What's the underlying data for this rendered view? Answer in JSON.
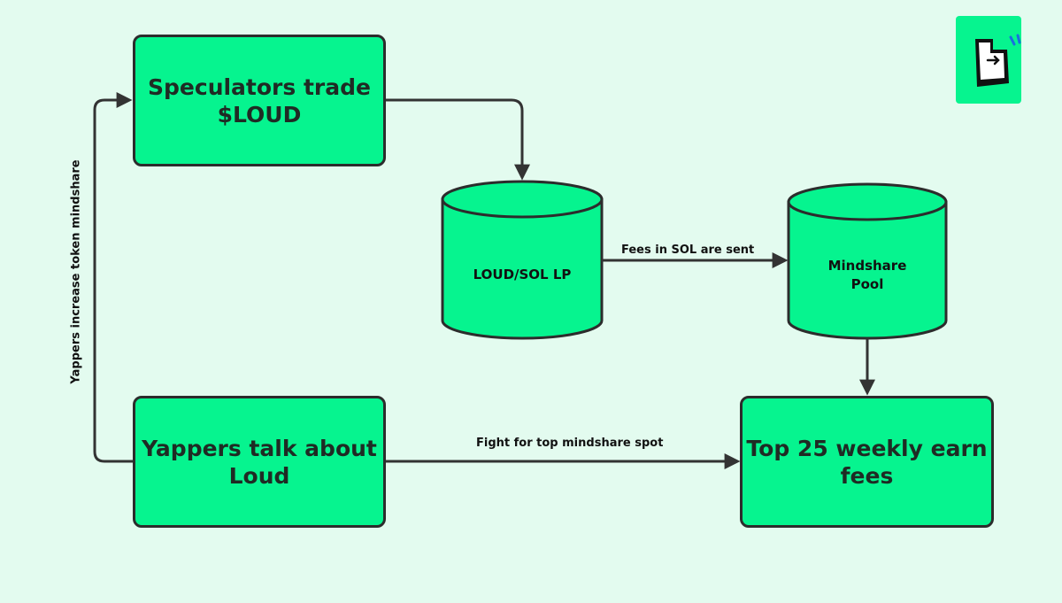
{
  "nodes": {
    "speculators": [
      "Speculators trade",
      "$LOUD"
    ],
    "lp": "LOUD/SOL LP",
    "mindshare_pool": [
      "Mindshare",
      "Pool"
    ],
    "yappers": [
      "Yappers talk about",
      "Loud"
    ],
    "top25": [
      "Top 25 weekly earn",
      "fees"
    ]
  },
  "edges": {
    "fees": "Fees in SOL are sent",
    "fight": "Fight for top mindshare spot",
    "yappers_increase": "Yappers increase token mindshare"
  },
  "colors": {
    "background": "#e3fbef",
    "node_fill": "#06f48f",
    "stroke": "#2c2c2c"
  },
  "logo": {
    "icon": "arrow-into-box-logo"
  }
}
